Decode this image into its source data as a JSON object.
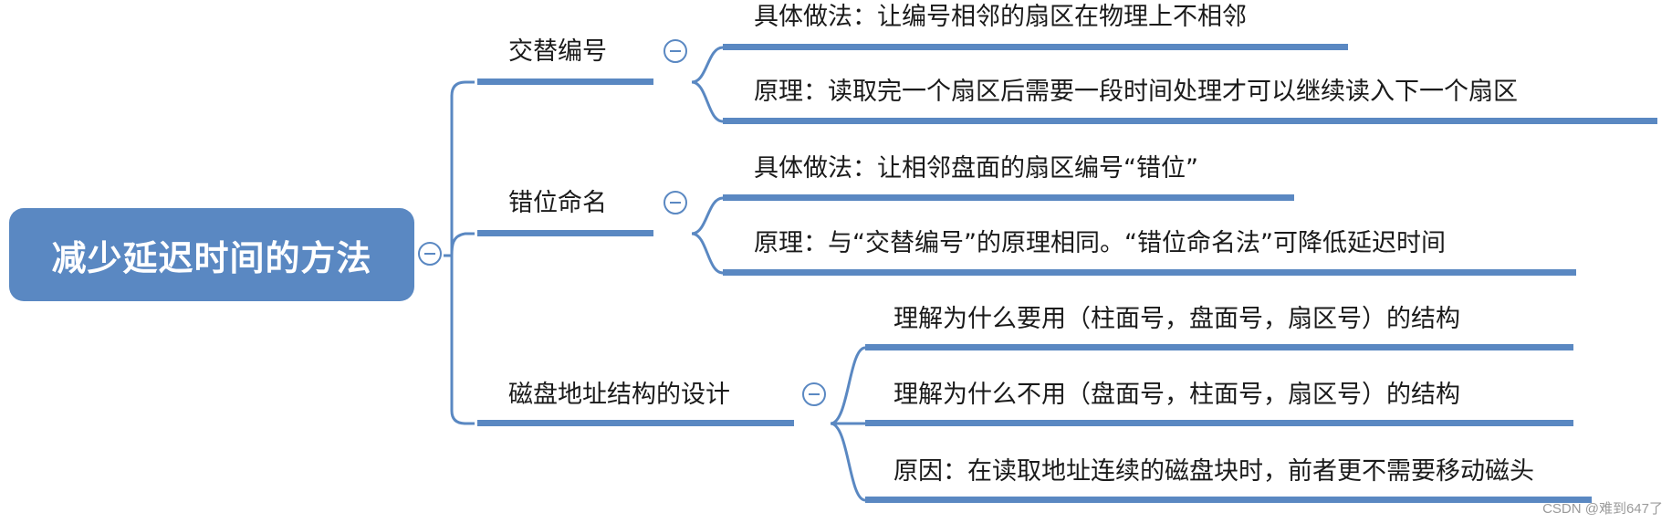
{
  "root": {
    "label": "减少延迟时间的方法"
  },
  "branches": [
    {
      "label": "交替编号",
      "children": [
        "具体做法：让编号相邻的扇区在物理上不相邻",
        "原理：读取完一个扇区后需要一段时间处理才可以继续读入下一个扇区"
      ]
    },
    {
      "label": "错位命名",
      "children": [
        "具体做法：让相邻盘面的扇区编号“错位”",
        "原理：与“交替编号”的原理相同。“错位命名法”可降低延迟时间"
      ]
    },
    {
      "label": "磁盘地址结构的设计",
      "children": [
        "理解为什么要用（柱面号，盘面号，扇区号）的结构",
        "理解为什么不用（盘面号，柱面号，扇区号）的结构",
        "原因：在读取地址连续的磁盘块时，前者更不需要移动磁头"
      ]
    }
  ],
  "watermark": "CSDN @难到647了",
  "colors": {
    "line": "#5a88c2",
    "root_fill": "#5a88c2",
    "text": "#1a1a1a"
  },
  "icons": {
    "collapse": "minus-circle-icon"
  }
}
